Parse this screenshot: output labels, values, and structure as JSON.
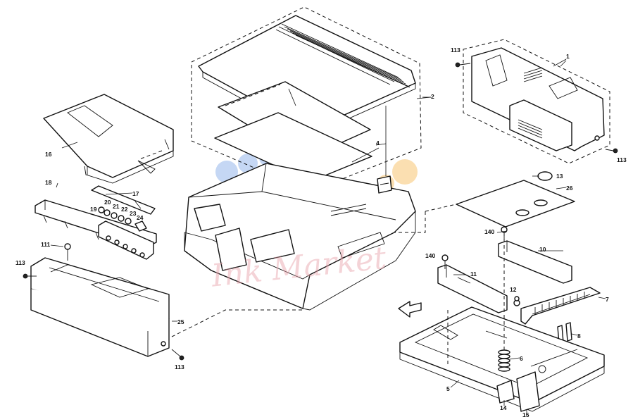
{
  "diagram": {
    "watermark": "Ink Market",
    "callouts": [
      "1",
      "2",
      "4",
      "5",
      "6",
      "7",
      "8",
      "10",
      "11",
      "12",
      "13",
      "14",
      "15",
      "16",
      "17",
      "18",
      "19",
      "20",
      "21",
      "22",
      "23",
      "24",
      "25",
      "26",
      "111",
      "113",
      "113",
      "113",
      "113",
      "140",
      "140"
    ],
    "colors": {
      "line": "#111111",
      "paper": "#ffffff",
      "watermark_pink": "#e7a0a8",
      "dot_blue": "#5b8fe0",
      "dot_orange": "#f5a623"
    }
  }
}
